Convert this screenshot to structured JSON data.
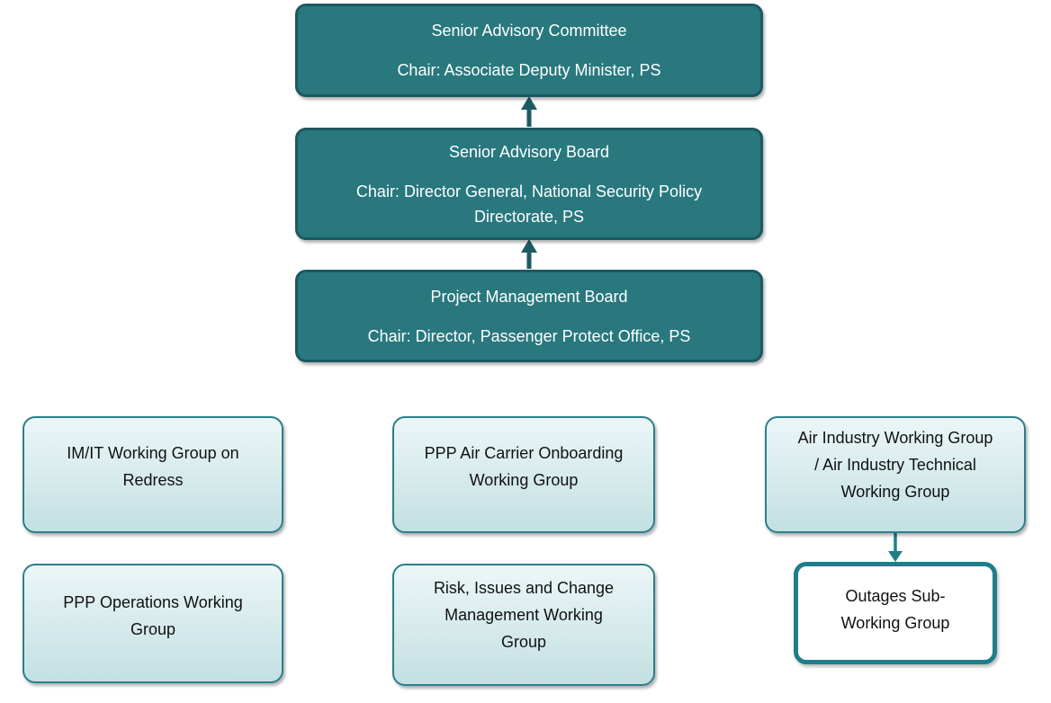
{
  "colors": {
    "governance_box_fill": "#28787E",
    "governance_box_border": "#1C5862",
    "governance_text": "#FFFFFF",
    "working_group_fill_top": "#ECF6F7",
    "working_group_fill_bottom": "#C3E0E2",
    "working_group_border": "#2B7F8A",
    "working_group_text": "#111111",
    "sub_group_border": "#1F7E8A",
    "arrow_up": "#1E5A64",
    "arrow_down": "#1F7E8A"
  },
  "governance": {
    "committee": {
      "title": "Senior Advisory Committee",
      "chair": "Chair: Associate Deputy Minister, PS"
    },
    "board": {
      "title": "Senior Advisory Board",
      "chair": "Chair: Director General, National Security Policy\nDirectorate, PS"
    },
    "pmb": {
      "title": "Project Management Board",
      "chair": "Chair: Director, Passenger Protect Office, PS"
    }
  },
  "working_groups": {
    "imit": "IM/IT Working Group on\nRedress",
    "onboarding": "PPP Air Carrier Onboarding\nWorking Group",
    "air_industry": "Air Industry Working Group\n/ Air Industry Technical\nWorking Group",
    "operations": "PPP Operations Working\nGroup",
    "risk": "Risk, Issues and Change\nManagement Working\nGroup"
  },
  "sub_working_group": {
    "outages": "Outages Sub-\nWorking Group"
  }
}
